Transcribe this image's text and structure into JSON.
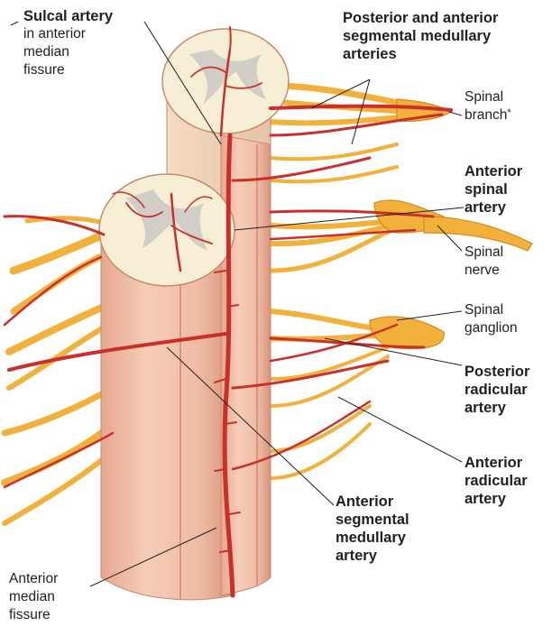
{
  "labels": {
    "sulcal_artery": {
      "title": "Sulcal artery",
      "sub": [
        "in anterior",
        "median",
        "fissure"
      ]
    },
    "segmental_medullary": [
      "Posterior and anterior",
      "segmental medullary",
      "arteries"
    ],
    "spinal_branch": [
      "Spinal",
      "branch"
    ],
    "spinal_branch_mark": "*",
    "anterior_spinal_artery": [
      "Anterior",
      "spinal",
      "artery"
    ],
    "spinal_nerve": [
      "Spinal",
      "nerve"
    ],
    "spinal_ganglion": [
      "Spinal",
      "ganglion"
    ],
    "posterior_radicular_artery": [
      "Posterior",
      "radicular",
      "artery"
    ],
    "anterior_radicular_artery": [
      "Anterior",
      "radicular",
      "artery"
    ],
    "anterior_segmental_medullary_artery": [
      "Anterior",
      "segmental",
      "medullary",
      "artery"
    ],
    "anterior_median_fissure": [
      "Anterior",
      "median",
      "fissure"
    ]
  },
  "colors": {
    "cord_surface": "#f2c4ad",
    "cord_shadow": "#d9957e",
    "cross_section": "#f6efd6",
    "gray_matter": "#c9c8c3",
    "nerve": "#f2b13a",
    "nerve_edge": "#d48a1c",
    "artery": "#c9302c",
    "artery_dark": "#9c1f1c",
    "leader": "#231f20"
  }
}
